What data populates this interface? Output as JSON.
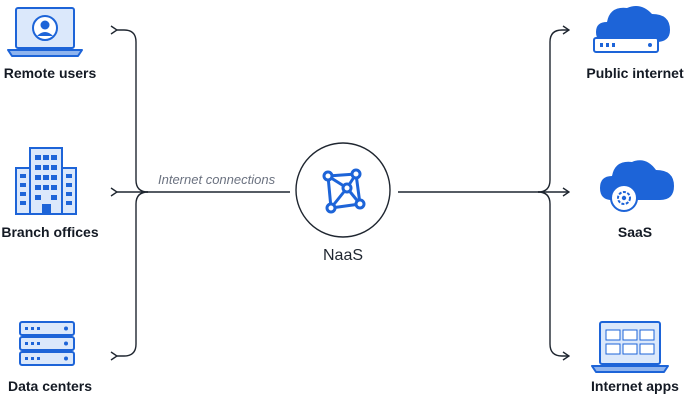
{
  "hub": {
    "label": "NaaS",
    "icon": "network-nodes-icon"
  },
  "connection_label": "Internet connections",
  "left_nodes": [
    {
      "label": "Remote users",
      "icon": "laptop-user-icon"
    },
    {
      "label": "Branch offices",
      "icon": "office-building-icon"
    },
    {
      "label": "Data centers",
      "icon": "server-rack-icon"
    }
  ],
  "right_nodes": [
    {
      "label": "Public internet",
      "icon": "cloud-server-icon"
    },
    {
      "label": "SaaS",
      "icon": "cloud-gear-icon"
    },
    {
      "label": "Internet apps",
      "icon": "browser-window-icon"
    }
  ],
  "colors": {
    "accent": "#1d64d8",
    "icon_light": "#dbe8fb",
    "icon_mid": "#8fb4ee",
    "line": "#1f2630",
    "text": "#141a24",
    "muted_text": "#6b7280"
  }
}
